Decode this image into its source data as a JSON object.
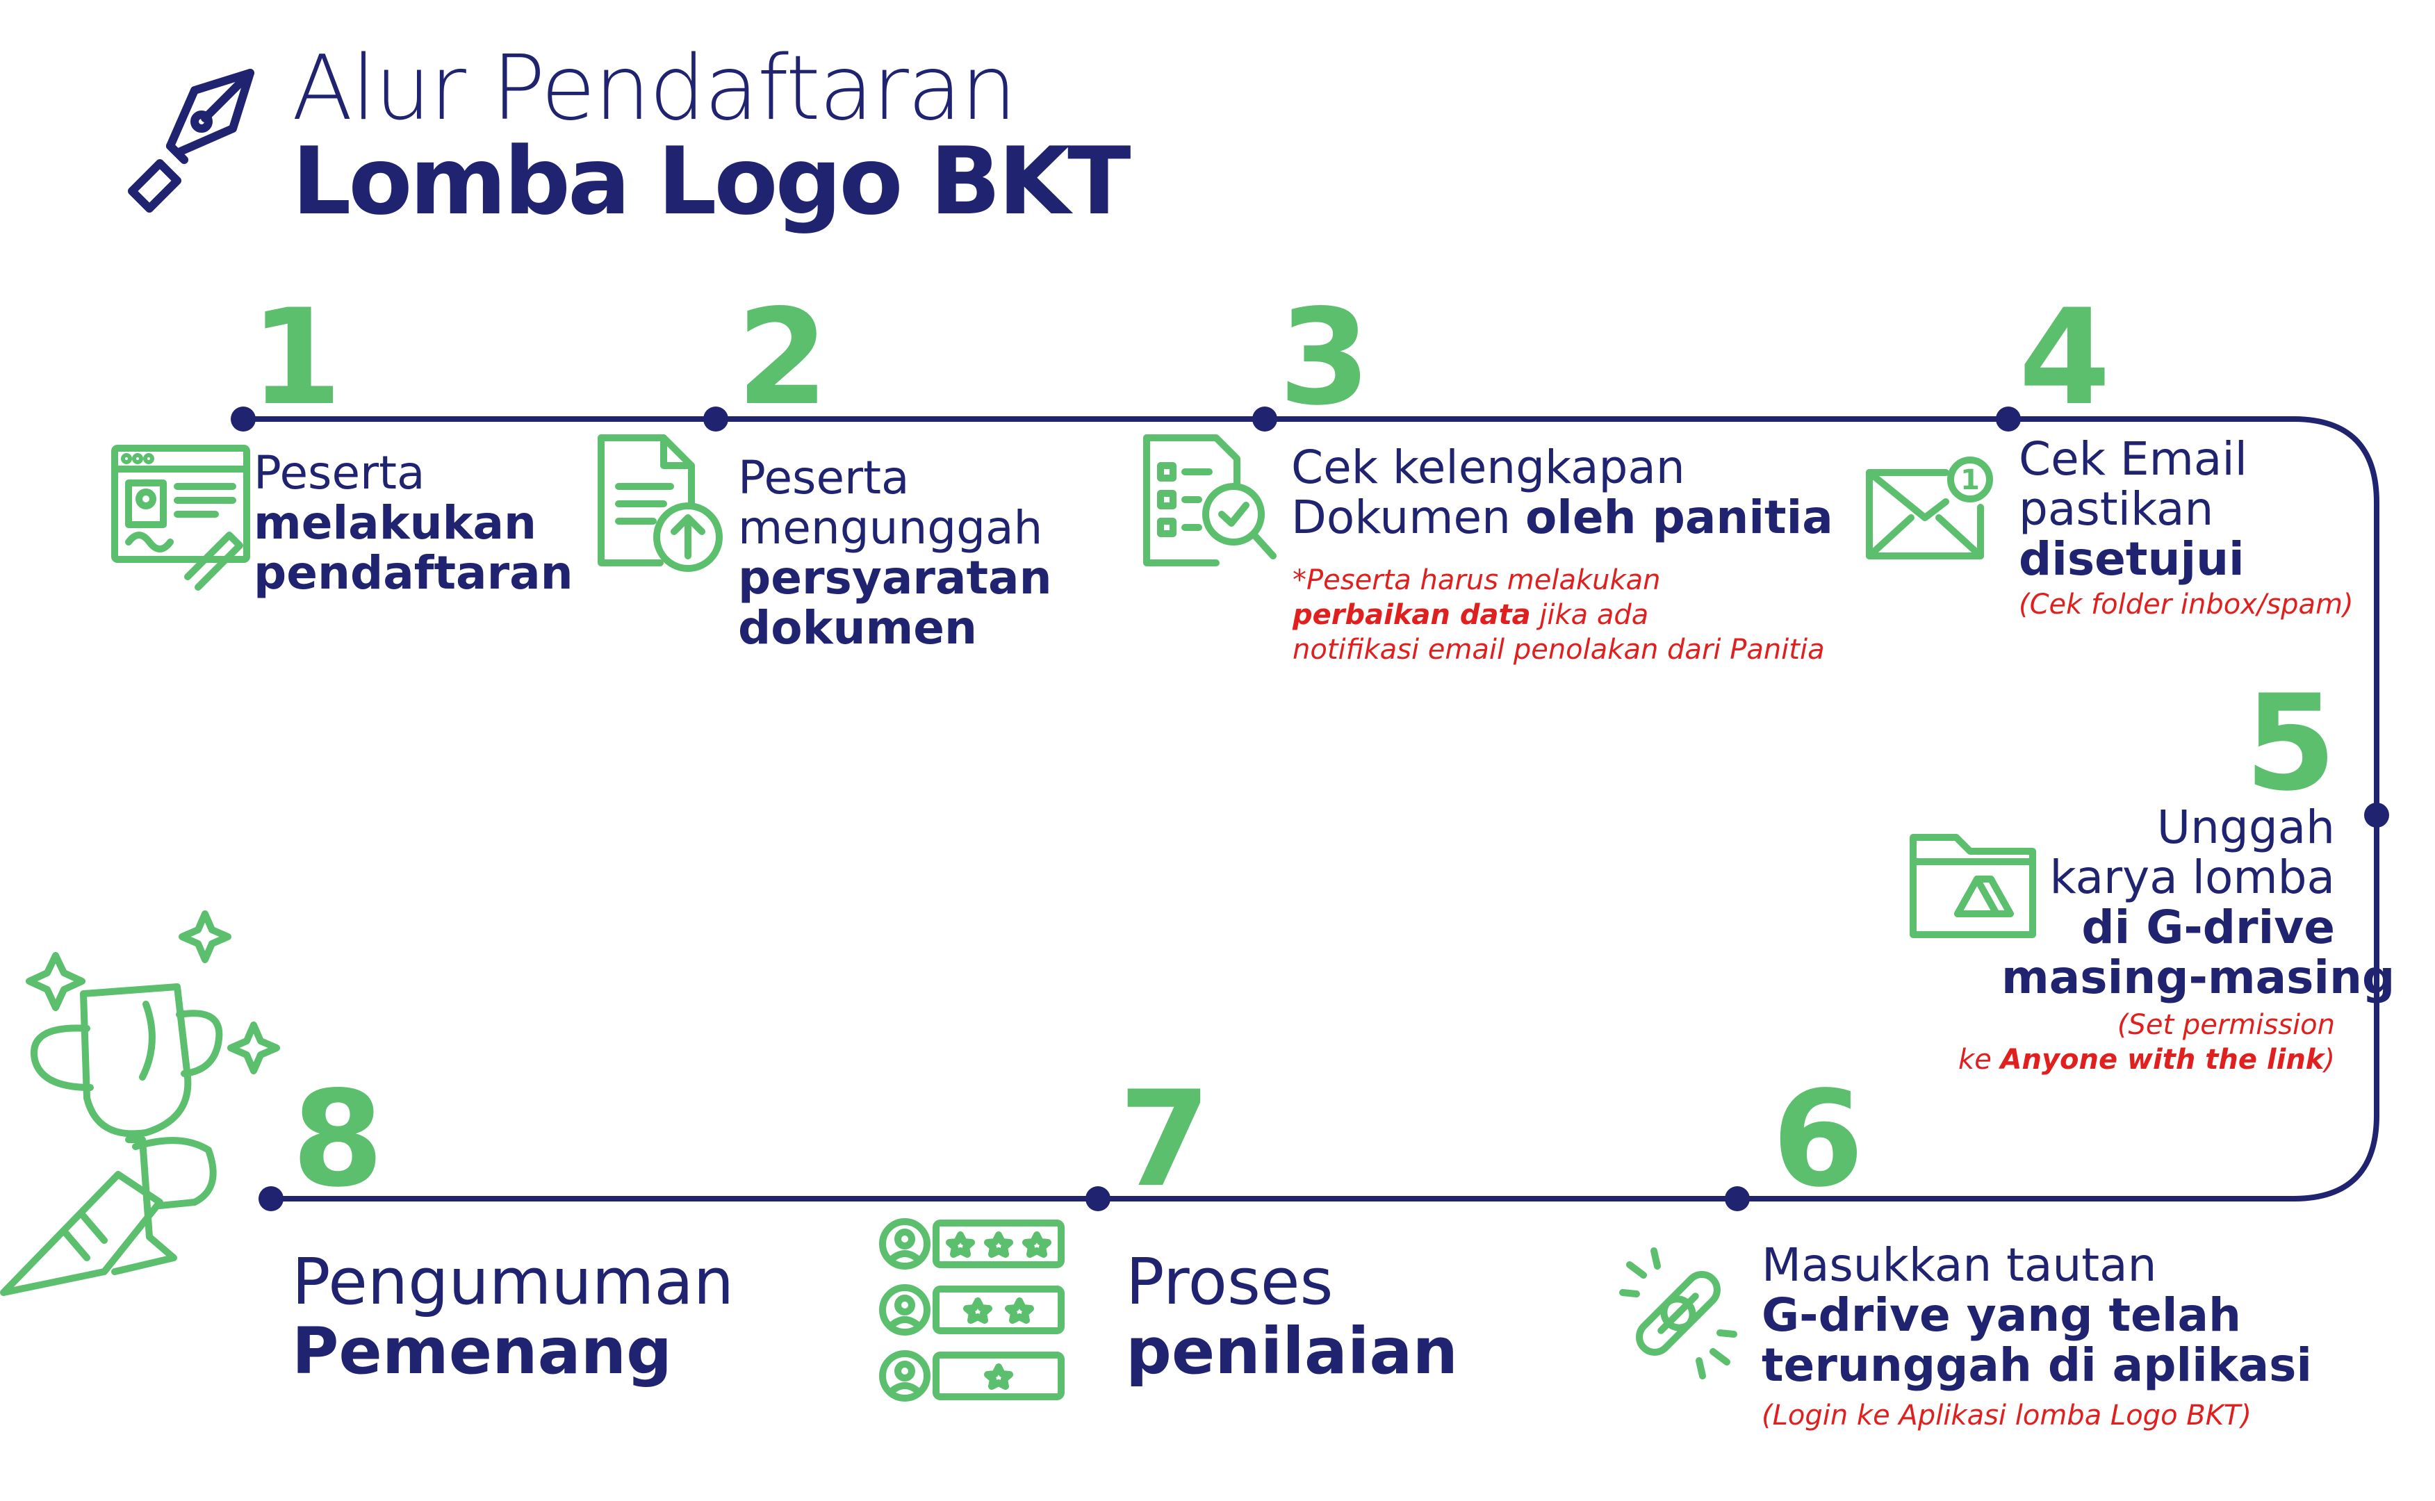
{
  "title": {
    "line1": "Alur Pendaftaran",
    "line2": "Lomba Logo BKT"
  },
  "colors": {
    "primary": "#1f2370",
    "accent": "#5bbf6e",
    "note": "#e0201f",
    "background": "#ffffff"
  },
  "steps": [
    {
      "number": "1",
      "icon": "registration-form-icon",
      "lines": [
        "Peserta"
      ],
      "bold": [
        "melakukan",
        "pendaftaran"
      ]
    },
    {
      "number": "2",
      "icon": "document-upload-icon",
      "lines": [
        "Peserta",
        "mengunggah"
      ],
      "bold": [
        "persyaratan",
        "dokumen"
      ]
    },
    {
      "number": "3",
      "icon": "document-check-icon",
      "line1": "Cek kelengkapan",
      "line2_regular": "Dokumen ",
      "line2_bold": "oleh panitia",
      "note": {
        "prefix": "*Peserta harus melakukan",
        "bold": "perbaikan data",
        "mid": " jika ada",
        "suffix": "notifikasi email penolakan dari Panitia"
      }
    },
    {
      "number": "4",
      "icon": "email-notification-icon",
      "lines": [
        "Cek Email",
        "pastikan"
      ],
      "bold": [
        "disetujui"
      ],
      "note": "(Cek folder inbox/spam)"
    },
    {
      "number": "5",
      "icon": "gdrive-folder-icon",
      "lines": [
        "Unggah",
        "karya lomba"
      ],
      "bold": [
        "di G-drive",
        "masing-masing"
      ],
      "note": {
        "line1": "(Set permission",
        "line2_prefix": "ke ",
        "line2_bold": "Anyone with the link",
        "line2_suffix": ")"
      }
    },
    {
      "number": "6",
      "icon": "chain-link-icon",
      "lines": [
        "Masukkan tautan"
      ],
      "bold": [
        "G-drive yang telah",
        "terunggah di aplikasi"
      ],
      "note": "(Login ke Aplikasi lomba Logo BKT)"
    },
    {
      "number": "7",
      "icon": "rating-stars-icon",
      "lines": [
        "Proses"
      ],
      "bold": [
        "penilaian"
      ]
    },
    {
      "number": "8",
      "icon": "trophy-icon",
      "lines": [
        "Pengumuman"
      ],
      "bold": [
        "Pemenang"
      ]
    }
  ]
}
